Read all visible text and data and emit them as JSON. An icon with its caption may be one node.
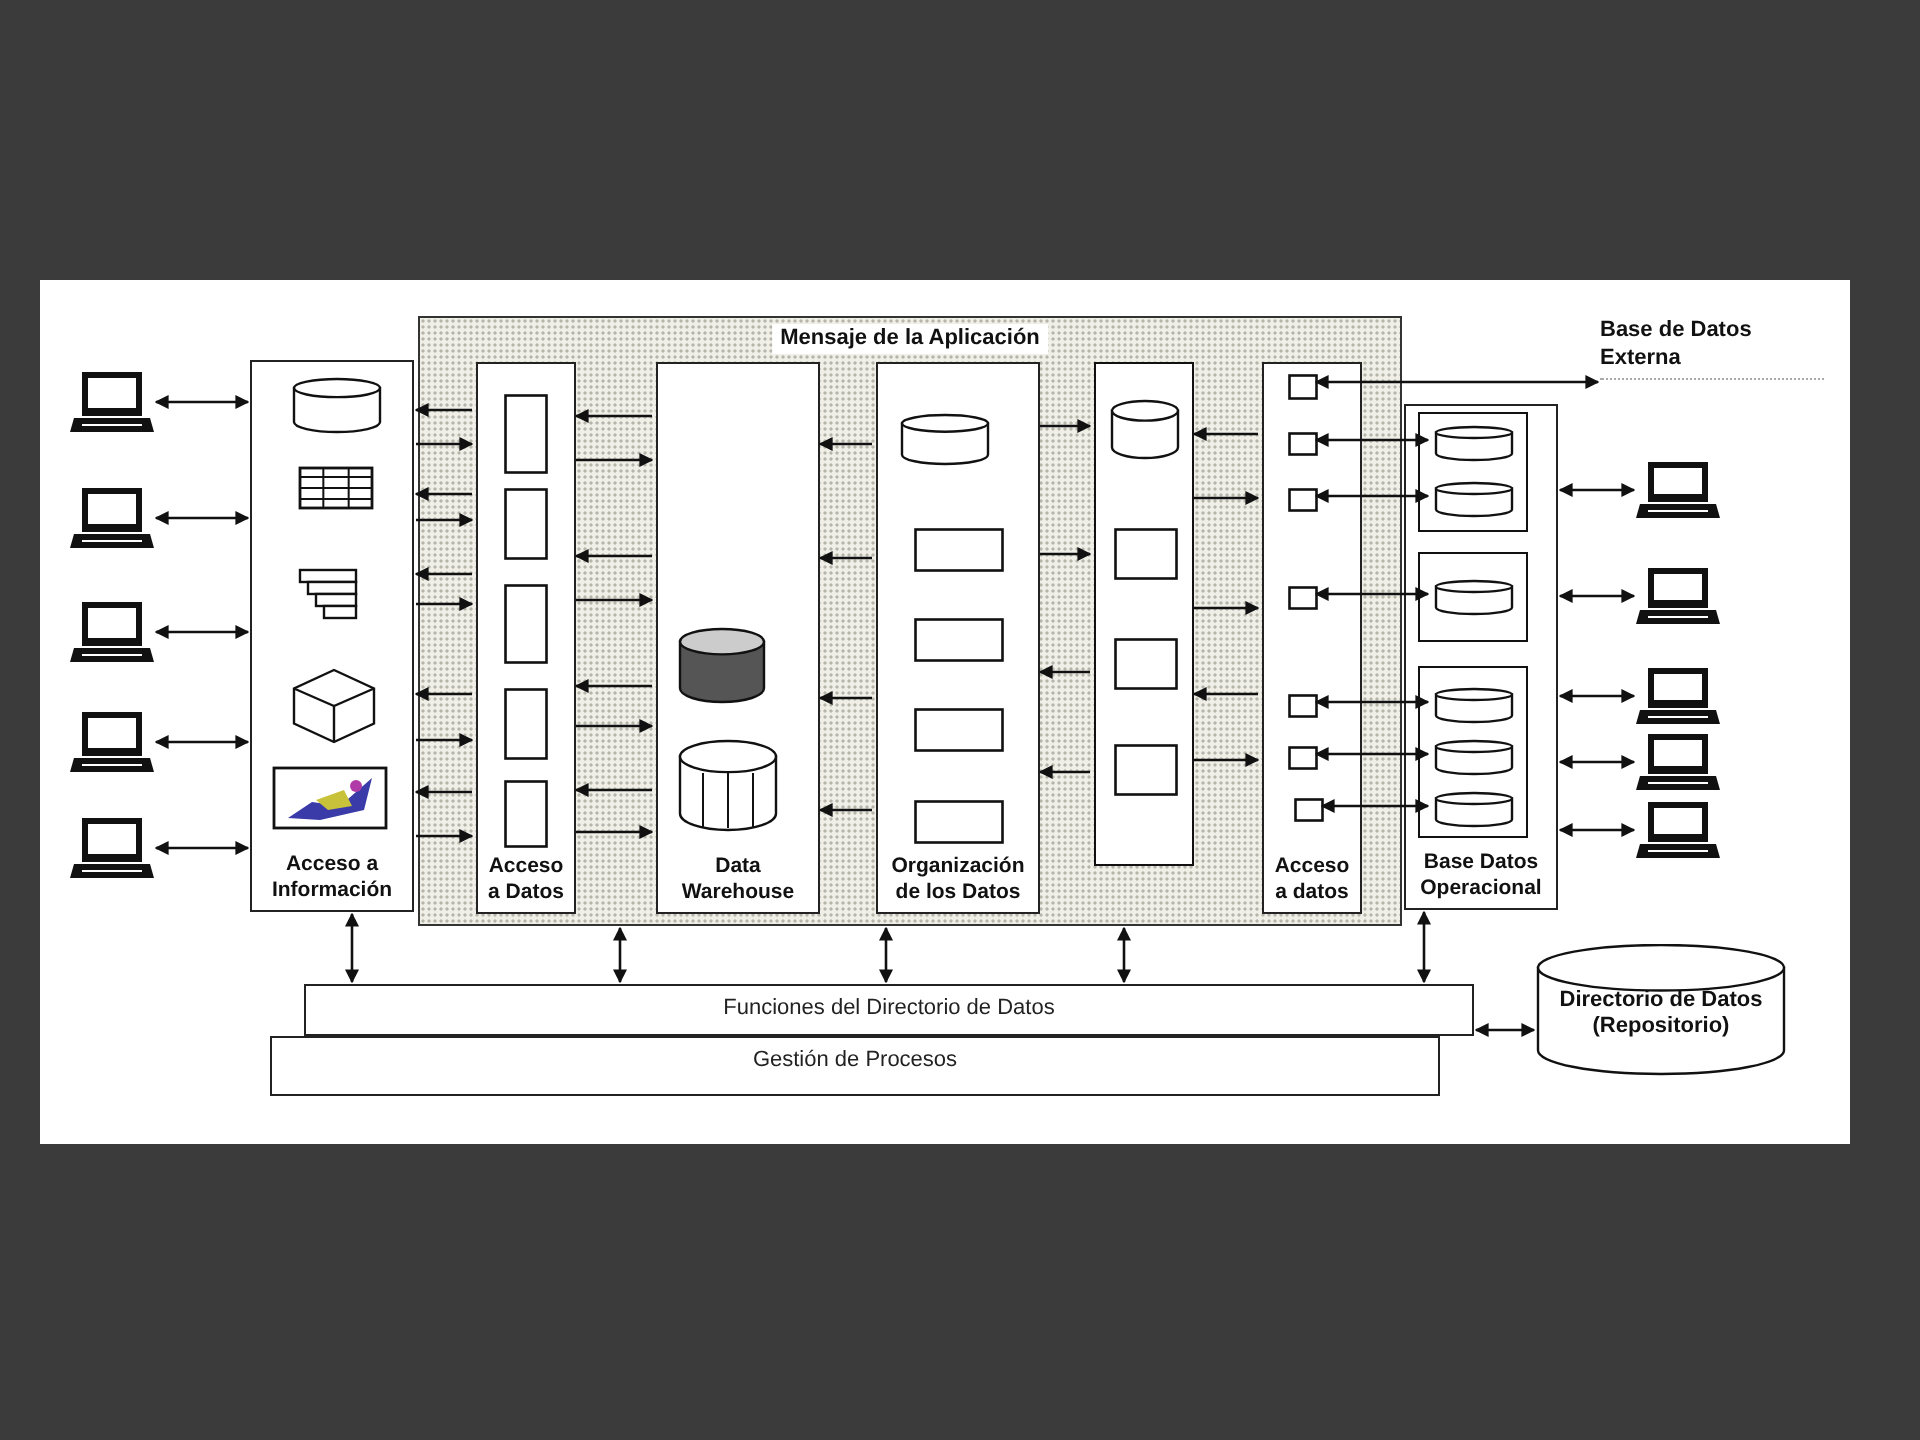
{
  "diagram": {
    "nodes": [
      {
        "text": [
          "Mensaje de la Aplicación"
        ]
      },
      {
        "text": [
          "Acceso a Información"
        ]
      },
      {
        "text": [],
        "shape": "cylinder",
        "in": 1
      },
      {
        "text": [],
        "shape": "table",
        "in": 1
      },
      {
        "text": [],
        "shape": "bars",
        "in": 1
      },
      {
        "text": [],
        "shape": "cube",
        "in": 1
      },
      {
        "text": [],
        "shape": "picture",
        "in": 1
      },
      {
        "text": [
          "Acceso a Datos"
        ],
        "in": 0
      },
      {
        "text": [],
        "shape": "box",
        "in": 7
      },
      {
        "text": [],
        "shape": "box",
        "in": 7
      },
      {
        "text": [],
        "shape": "box",
        "in": 7
      },
      {
        "text": [],
        "shape": "box",
        "in": 7
      },
      {
        "text": [],
        "shape": "box",
        "in": 7
      },
      {
        "text": [
          "Data Warehouse"
        ],
        "in": 0
      },
      {
        "text": [],
        "shape": "cylinder",
        "in": 13
      },
      {
        "text": [],
        "shape": "cylinder",
        "in": 13
      },
      {
        "text": [
          "Organización de los Datos"
        ],
        "in": 0
      },
      {
        "text": [],
        "shape": "cylinder",
        "in": 16
      },
      {
        "text": [],
        "shape": "box",
        "in": 16
      },
      {
        "text": [],
        "shape": "box",
        "in": 16
      },
      {
        "text": [],
        "shape": "box",
        "in": 16
      },
      {
        "text": [],
        "shape": "box",
        "in": 16
      },
      {
        "text": [],
        "shape": "box",
        "in": 0
      },
      {
        "text": [],
        "shape": "cylinder",
        "in": 22
      },
      {
        "text": [],
        "shape": "box",
        "in": 22
      },
      {
        "text": [],
        "shape": "box",
        "in": 22
      },
      {
        "text": [],
        "shape": "box",
        "in": 22
      },
      {
        "text": [
          "Acceso a datos"
        ],
        "in": 0
      },
      {
        "text": [],
        "shape": "box",
        "in": 27
      },
      {
        "text": [],
        "shape": "box",
        "in": 27
      },
      {
        "text": [],
        "shape": "box",
        "in": 27
      },
      {
        "text": [],
        "shape": "box",
        "in": 27
      },
      {
        "text": [],
        "shape": "box",
        "in": 27
      },
      {
        "text": [],
        "shape": "box",
        "in": 27
      },
      {
        "text": [],
        "shape": "box",
        "in": 27
      },
      {
        "text": [
          "Base Datos Operacional"
        ]
      },
      {
        "text": [],
        "shape": "box",
        "in": 35
      },
      {
        "text": [],
        "shape": "cylinder",
        "in": 36
      },
      {
        "text": [],
        "shape": "cylinder",
        "in": 36
      },
      {
        "text": [],
        "shape": "box",
        "in": 35
      },
      {
        "text": [],
        "shape": "cylinder",
        "in": 39
      },
      {
        "text": [],
        "shape": "box",
        "in": 35
      },
      {
        "text": [],
        "shape": "cylinder",
        "in": 41
      },
      {
        "text": [],
        "shape": "cylinder",
        "in": 41
      },
      {
        "text": [],
        "shape": "cylinder",
        "in": 41
      },
      {
        "text": [
          "Base de Datos Externa"
        ]
      },
      {
        "text": [],
        "shape": "computer"
      },
      {
        "text": [],
        "shape": "computer"
      },
      {
        "text": [],
        "shape": "computer"
      },
      {
        "text": [],
        "shape": "computer"
      },
      {
        "text": [],
        "shape": "computer"
      },
      {
        "text": [],
        "shape": "computer"
      },
      {
        "text": [],
        "shape": "computer"
      },
      {
        "text": [],
        "shape": "computer"
      },
      {
        "text": [],
        "shape": "computer"
      },
      {
        "text": [],
        "shape": "computer"
      },
      {
        "text": [
          "Funciones del Directorio de Datos"
        ]
      },
      {
        "text": [
          "Gestión de Procesos"
        ]
      },
      {
        "text": [
          "Directorio de Datos (Repositorio)"
        ]
      }
    ],
    "edges": [
      {
        "from": 46,
        "to": 1,
        "arrow": "both"
      },
      {
        "from": 47,
        "to": 1,
        "arrow": "both"
      },
      {
        "from": 48,
        "to": 1,
        "arrow": "both"
      },
      {
        "from": 49,
        "to": 1,
        "arrow": "both"
      },
      {
        "from": 50,
        "to": 1,
        "arrow": "both"
      },
      {
        "from": 7,
        "to": 1,
        "arrow": "to"
      },
      {
        "from": 1,
        "to": 7,
        "arrow": "to"
      },
      {
        "from": 7,
        "to": 1,
        "arrow": "to"
      },
      {
        "from": 1,
        "to": 7,
        "arrow": "to"
      },
      {
        "from": 7,
        "to": 1,
        "arrow": "to"
      },
      {
        "from": 1,
        "to": 7,
        "arrow": "to"
      },
      {
        "from": 7,
        "to": 1,
        "arrow": "to"
      },
      {
        "from": 1,
        "to": 7,
        "arrow": "to"
      },
      {
        "from": 7,
        "to": 1,
        "arrow": "to"
      },
      {
        "from": 1,
        "to": 7,
        "arrow": "to"
      },
      {
        "from": 13,
        "to": 7,
        "arrow": "to"
      },
      {
        "from": 7,
        "to": 13,
        "arrow": "to"
      },
      {
        "from": 13,
        "to": 7,
        "arrow": "to"
      },
      {
        "from": 7,
        "to": 13,
        "arrow": "to"
      },
      {
        "from": 13,
        "to": 7,
        "arrow": "to"
      },
      {
        "from": 7,
        "to": 13,
        "arrow": "to"
      },
      {
        "from": 13,
        "to": 7,
        "arrow": "to"
      },
      {
        "from": 7,
        "to": 13,
        "arrow": "to"
      },
      {
        "from": 16,
        "to": 13,
        "arrow": "to"
      },
      {
        "from": 16,
        "to": 13,
        "arrow": "to"
      },
      {
        "from": 16,
        "to": 13,
        "arrow": "to"
      },
      {
        "from": 16,
        "to": 13,
        "arrow": "to"
      },
      {
        "from": 16,
        "to": 22,
        "arrow": "to"
      },
      {
        "from": 16,
        "to": 22,
        "arrow": "to"
      },
      {
        "from": 22,
        "to": 16,
        "arrow": "to"
      },
      {
        "from": 22,
        "to": 16,
        "arrow": "to"
      },
      {
        "from": 27,
        "to": 22,
        "arrow": "to"
      },
      {
        "from": 22,
        "to": 27,
        "arrow": "to"
      },
      {
        "from": 22,
        "to": 27,
        "arrow": "to"
      },
      {
        "from": 27,
        "to": 22,
        "arrow": "to"
      },
      {
        "from": 22,
        "to": 27,
        "arrow": "to"
      },
      {
        "from": 28,
        "to": 45,
        "arrow": "both"
      },
      {
        "from": 29,
        "to": 37,
        "arrow": "both"
      },
      {
        "from": 30,
        "to": 38,
        "arrow": "both"
      },
      {
        "from": 31,
        "to": 40,
        "arrow": "both"
      },
      {
        "from": 32,
        "to": 42,
        "arrow": "both"
      },
      {
        "from": 33,
        "to": 43,
        "arrow": "both"
      },
      {
        "from": 34,
        "to": 44,
        "arrow": "both"
      },
      {
        "from": 35,
        "to": 51,
        "arrow": "both"
      },
      {
        "from": 35,
        "to": 52,
        "arrow": "both"
      },
      {
        "from": 35,
        "to": 53,
        "arrow": "both"
      },
      {
        "from": 35,
        "to": 54,
        "arrow": "both"
      },
      {
        "from": 35,
        "to": 55,
        "arrow": "both"
      },
      {
        "from": 1,
        "to": 56,
        "arrow": "both"
      },
      {
        "from": 0,
        "to": 56,
        "arrow": "both"
      },
      {
        "from": 0,
        "to": 56,
        "arrow": "both"
      },
      {
        "from": 0,
        "to": 56,
        "arrow": "both"
      },
      {
        "from": 35,
        "to": 56,
        "arrow": "both"
      },
      {
        "from": 56,
        "to": 58,
        "arrow": "both"
      }
    ]
  }
}
